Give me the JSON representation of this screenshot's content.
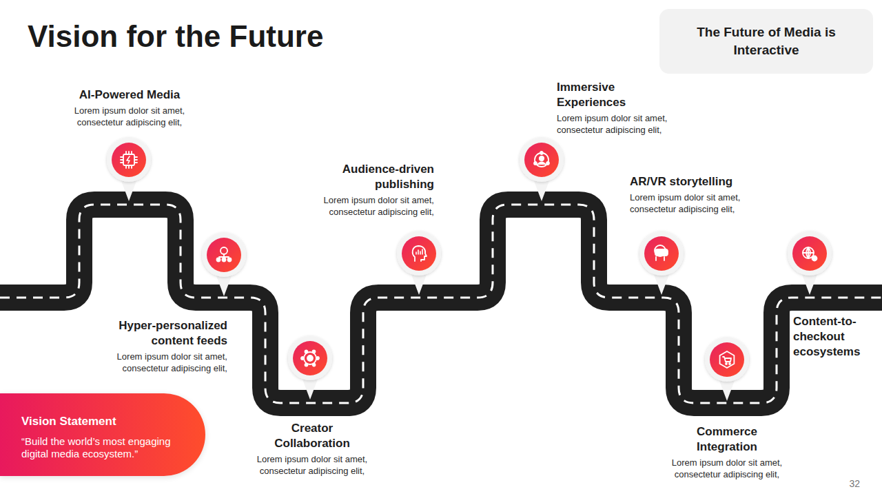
{
  "diagram": {
    "title": "Vision for the Future",
    "nodes": [
      {
        "text": [
          "The Future of Media is Interactive"
        ]
      },
      {
        "text": [
          "AI-Powered Media",
          "Lorem ipsum dolor sit amet, consectetur adipiscing elit,"
        ]
      },
      {
        "text": [
          "Hyper-personalized content feeds",
          "Lorem ipsum dolor sit amet, consectetur adipiscing elit,"
        ]
      },
      {
        "text": [
          "Creator Collaboration",
          "Lorem ipsum dolor sit amet, consectetur adipiscing elit,"
        ]
      },
      {
        "text": [
          "Audience-driven publishing",
          "Lorem ipsum dolor sit amet, consectetur adipiscing elit,"
        ]
      },
      {
        "text": [
          "Immersive Experiences",
          "Lorem ipsum dolor sit amet, consectetur adipiscing elit,"
        ]
      },
      {
        "text": [
          "AR/VR storytelling",
          "Lorem ipsum dolor sit amet, consectetur adipiscing elit,"
        ]
      },
      {
        "text": [
          "Commerce Integration",
          "Lorem ipsum dolor sit amet, consectetur adipiscing elit,"
        ]
      },
      {
        "text": [
          "Content-to-checkout ecosystems"
        ]
      },
      {
        "text": [
          "Vision Statement",
          "“Build the world’s most engaging digital media ecosystem.”"
        ]
      }
    ],
    "labels": [
      "32"
    ]
  }
}
